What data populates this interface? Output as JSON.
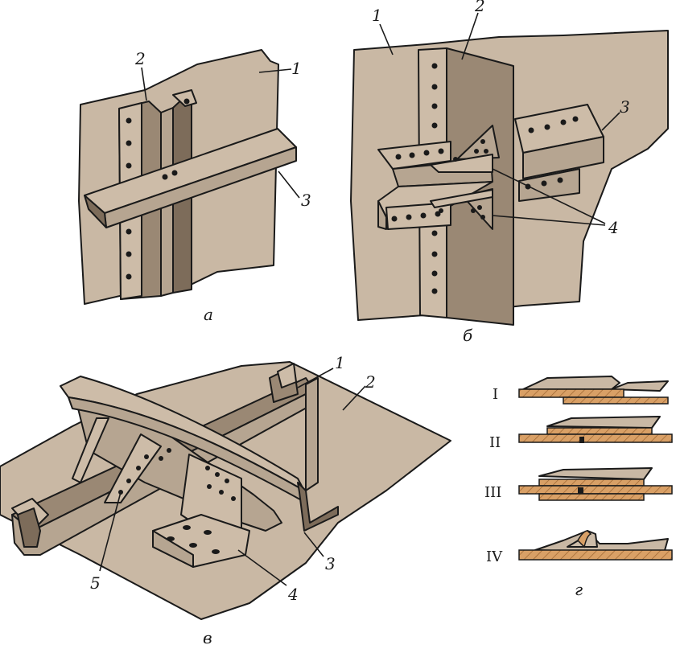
{
  "panels": {
    "a": {
      "caption": "а",
      "labels": [
        "1",
        "2",
        "3"
      ]
    },
    "b": {
      "caption": "б",
      "labels": [
        "1",
        "2",
        "3",
        "4"
      ]
    },
    "v": {
      "caption": "в",
      "labels": [
        "1",
        "2",
        "3",
        "4",
        "5"
      ]
    },
    "g": {
      "caption": "г",
      "rows": [
        "I",
        "II",
        "III",
        "IV"
      ]
    }
  },
  "colors": {
    "sheet": "#c9b8a4",
    "profile_light": "#cdbca8",
    "profile_mid": "#b6a591",
    "profile_dark": "#9a8874",
    "wood": "#d9a066",
    "outline": "#1a1a1a"
  }
}
